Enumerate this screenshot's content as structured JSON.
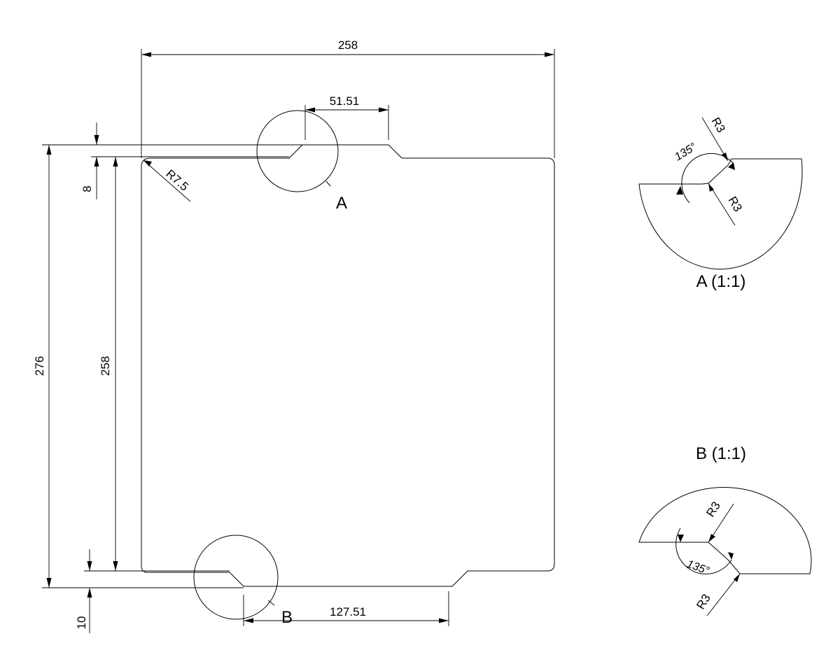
{
  "labels": {
    "detail_a": "A",
    "detail_b": "B",
    "detail_a_title": "A (1:1)",
    "detail_b_title": "B (1:1)"
  },
  "dimensions": {
    "width_top": "258",
    "offset_a": "51.51",
    "offset_b": "127.51",
    "height_overall": "276",
    "height_inner": "258",
    "step_top": "8",
    "step_bottom": "10",
    "corner_radius": "R7.5"
  },
  "detail_a": {
    "angle": "135°",
    "radius_1": "R3",
    "radius_2": "R3"
  },
  "detail_b": {
    "angle": "135°",
    "radius_1": "R3",
    "radius_2": "R3"
  }
}
